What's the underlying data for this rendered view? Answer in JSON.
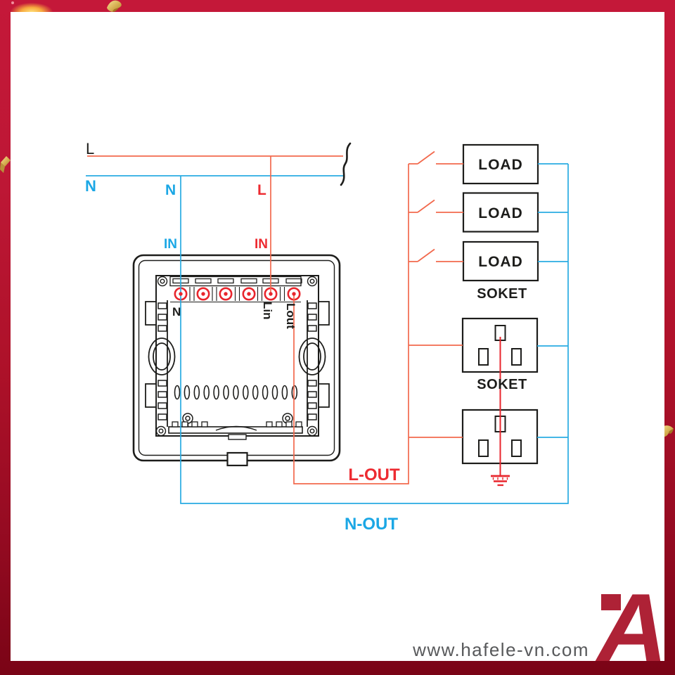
{
  "supply": {
    "live": "L",
    "neutral": "N"
  },
  "drops": {
    "neutral": "N",
    "live": "L",
    "neutral_in": "IN",
    "live_in": "IN"
  },
  "unit": {
    "terminal_n": "N",
    "terminal_lin": "Lin",
    "terminal_lout": "Lout"
  },
  "right": {
    "loads": [
      "LOAD",
      "LOAD",
      "LOAD"
    ],
    "soket_top": "SOKET",
    "soket_mid": "SOKET"
  },
  "outs": {
    "live": "L-OUT",
    "neutral": "N-OUT"
  },
  "branding": {
    "watermark": "www.hafele-vn.com",
    "logo_letter": "A"
  },
  "colors": {
    "live_wire": "#f2694d",
    "neutral_wire": "#29abe2",
    "red_label": "#ed2b31",
    "blue_label": "#1ba7e5",
    "outline": "#1d1d1b",
    "earth_red": "#e8262d",
    "border_top": "#c41839",
    "border_bottom": "#7a0416",
    "gold": "#d9b356",
    "logo_red": "#ae2236",
    "watermark_gray": "#58595b"
  }
}
